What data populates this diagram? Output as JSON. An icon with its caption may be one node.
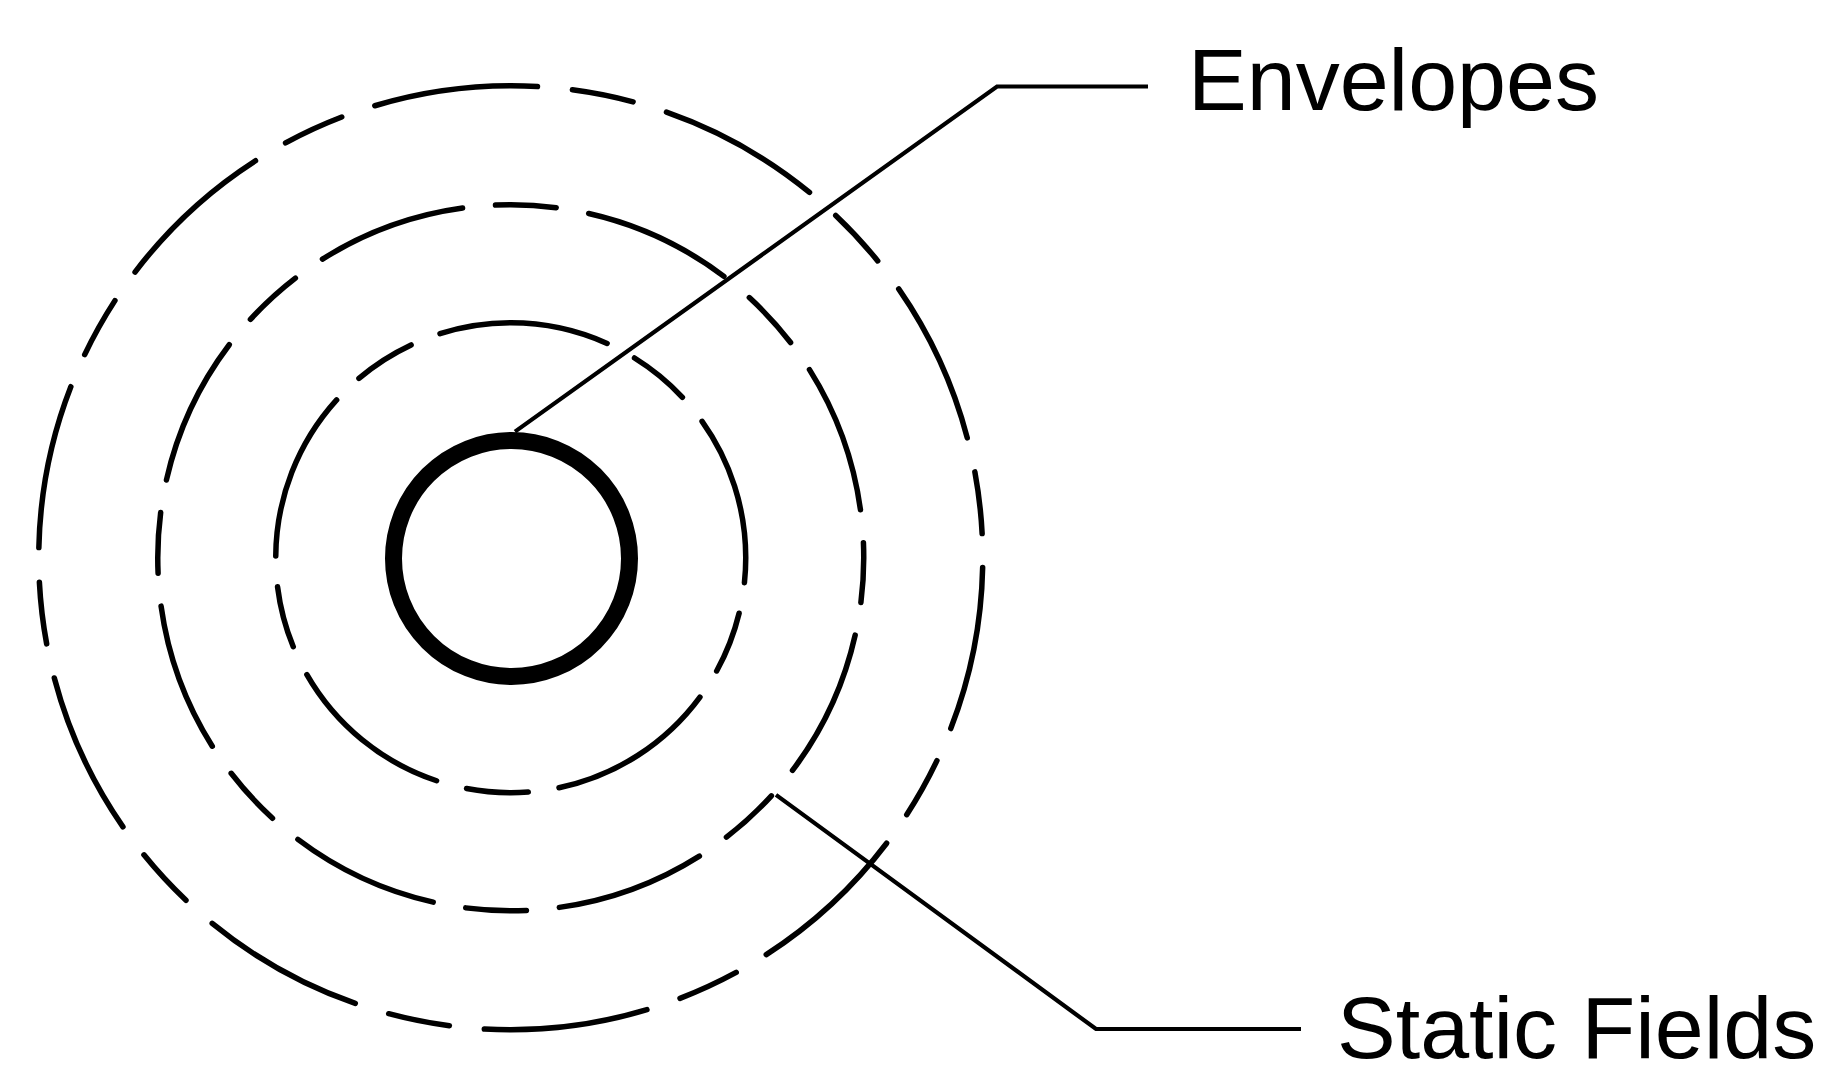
{
  "diagram": {
    "nodes": [
      {
        "text": [],
        "shape": "circle"
      },
      {
        "text": [],
        "shape": "circle",
        "in": 0
      },
      {
        "text": [],
        "shape": "circle",
        "in": 1
      },
      {
        "text": [],
        "shape": "circle",
        "in": 2
      },
      {
        "text": [
          "Envelopes"
        ]
      },
      {
        "text": [
          "Static Fields"
        ]
      }
    ],
    "edges": [
      {
        "from": 4,
        "to": 3,
        "arrow": "none"
      },
      {
        "from": 5,
        "to": 1,
        "arrow": "none"
      }
    ]
  }
}
